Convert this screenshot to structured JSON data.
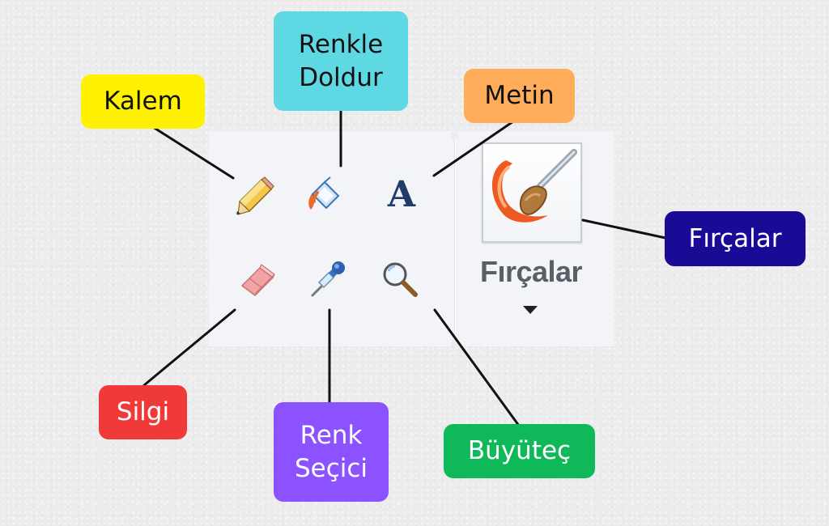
{
  "labels": {
    "kalem": {
      "text": "Kalem",
      "bg": "#fff200",
      "color": "#111111"
    },
    "renkle_doldur": {
      "text": "Renkle\nDoldur",
      "bg": "#5ed9e3",
      "color": "#111111"
    },
    "metin": {
      "text": "Metin",
      "bg": "#ffad5a",
      "color": "#111111"
    },
    "fircalar": {
      "text": "Fırçalar",
      "bg": "#1a0b96",
      "color": "#ffffff"
    },
    "silgi": {
      "text": "Silgi",
      "bg": "#f03a3a",
      "color": "#ffffff"
    },
    "renk_secici": {
      "text": "Renk\nSeçici",
      "bg": "#8c52ff",
      "color": "#ffffff"
    },
    "buyutec": {
      "text": "Büyüteç",
      "bg": "#0fb95a",
      "color": "#ffffff"
    }
  },
  "toolbar": {
    "brushes_label": "Fırçalar",
    "tools": [
      "pencil-icon",
      "fill-bucket-icon",
      "text-icon",
      "eraser-icon",
      "color-picker-icon",
      "magnifier-icon",
      "brush-icon"
    ],
    "text_tool_glyph": "A"
  },
  "colors": {
    "panel": "#f2f4f7",
    "line": "#111111"
  }
}
